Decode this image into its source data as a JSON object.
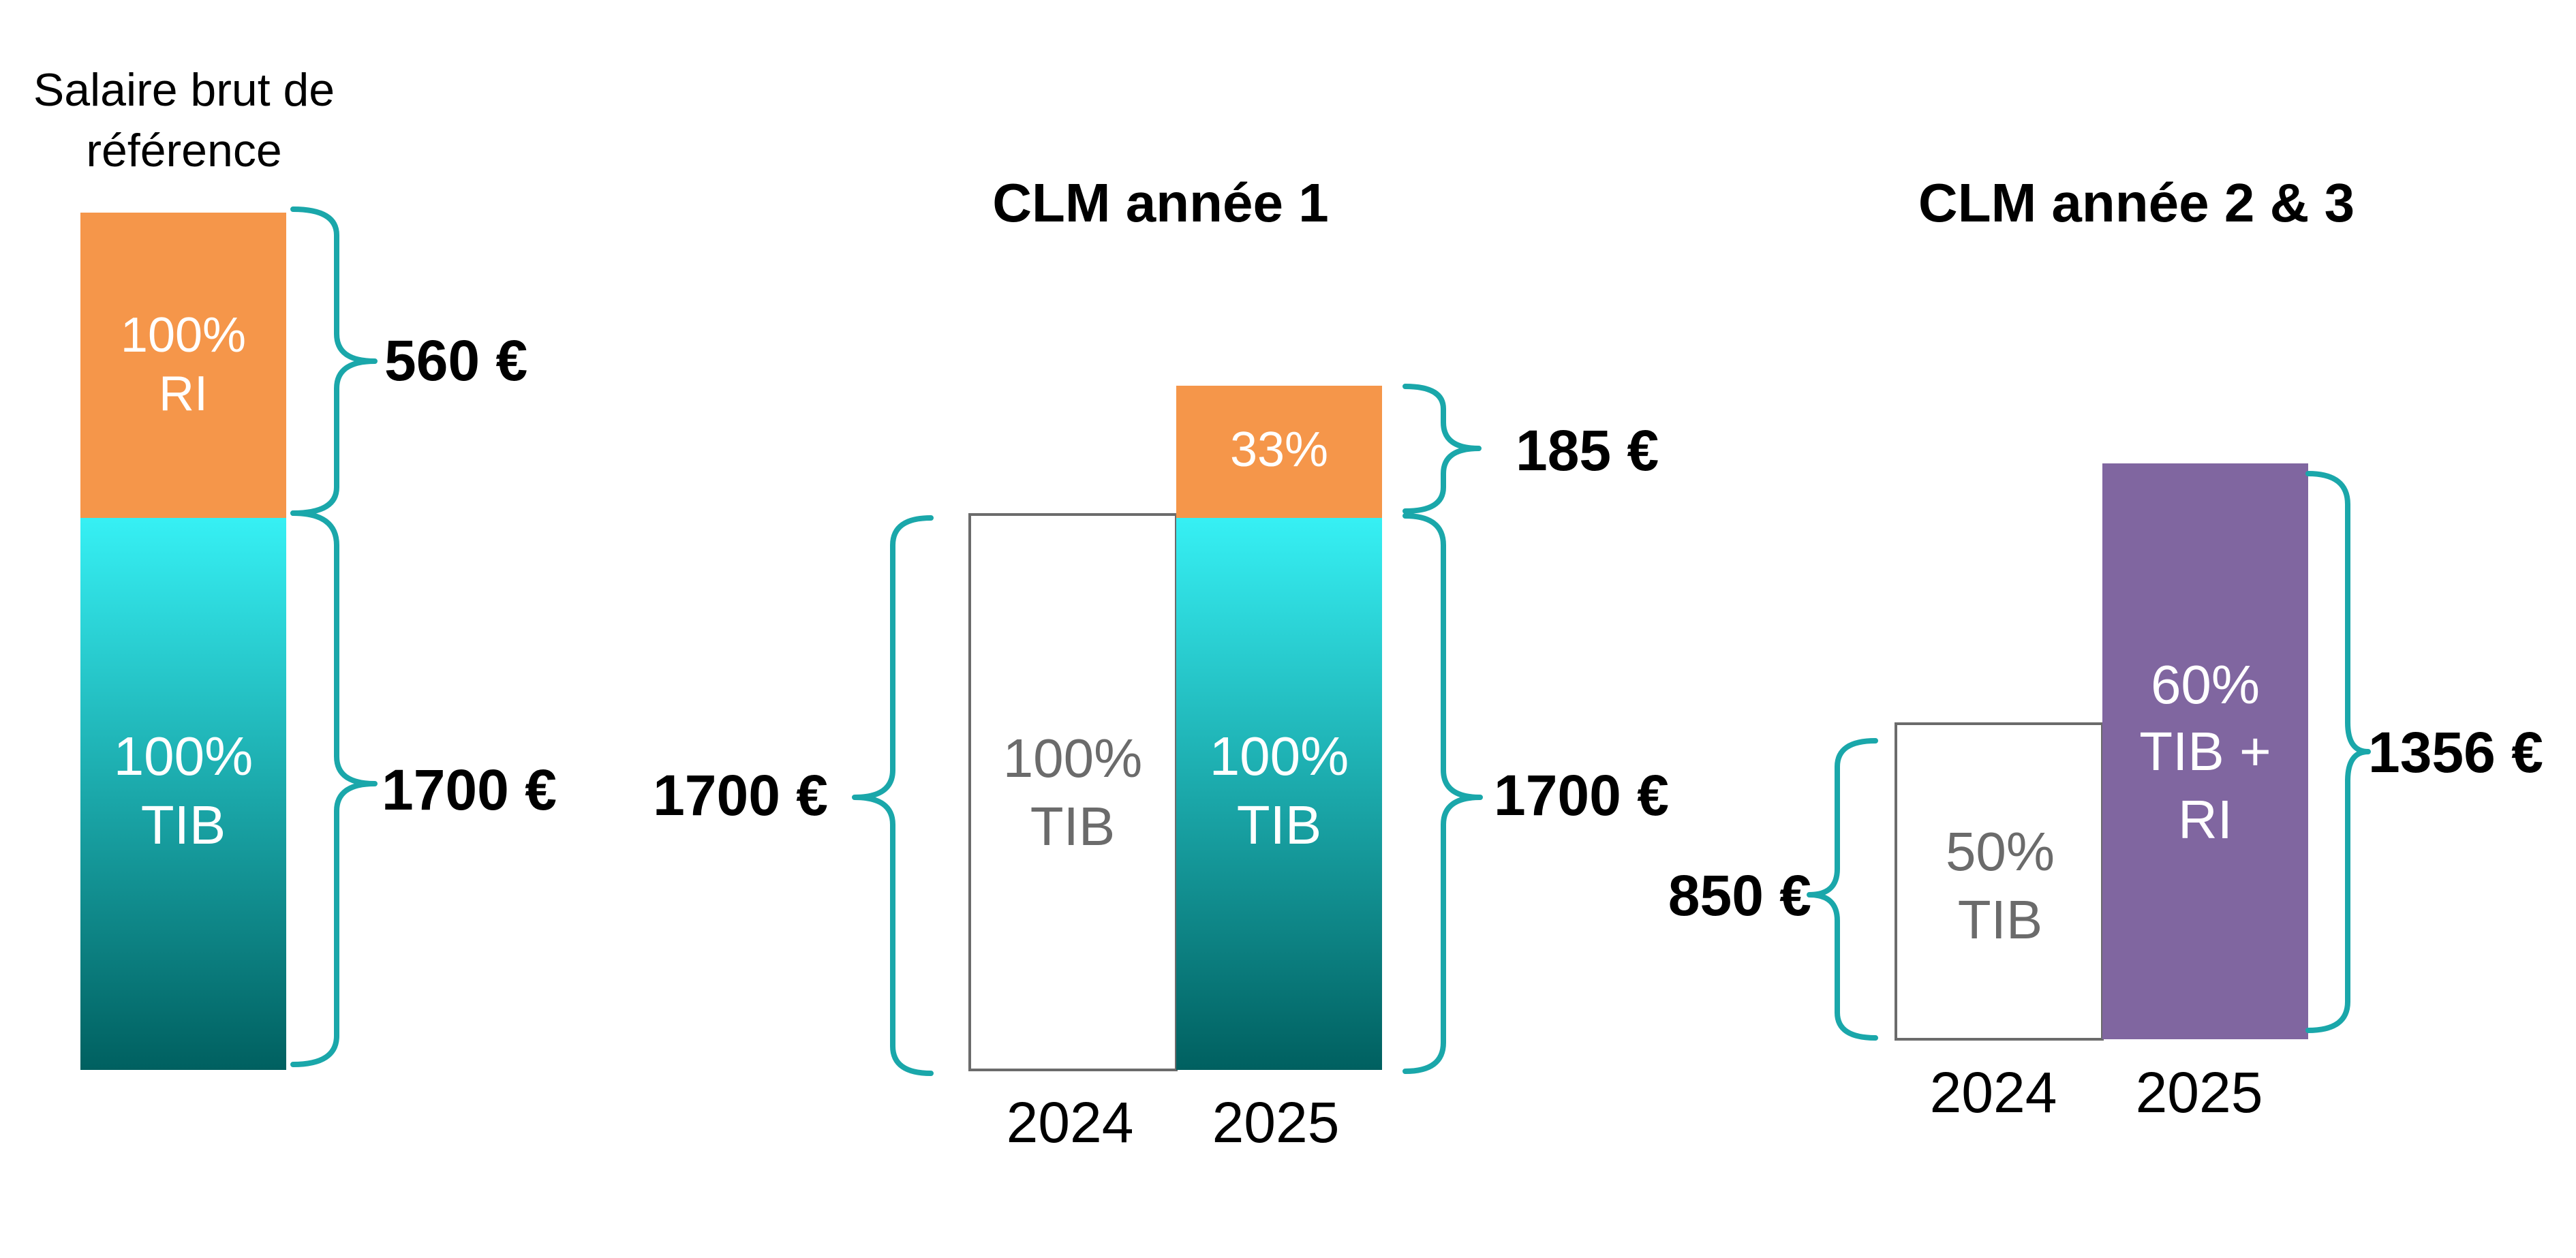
{
  "colors": {
    "orange": "#F5964A",
    "teal_top": "#36F0F4",
    "teal_bottom": "#006060",
    "purple": "#8066A0",
    "brace": "#1AA7AA",
    "box_border": "#6b6b6b",
    "inner_text_light": "#ffffff",
    "inner_text_dark": "#6b6b6b",
    "amount_text": "#000000"
  },
  "reference": {
    "title_line1": "Salaire brut de",
    "title_line2": "référence",
    "ri_block": {
      "line1": "100%",
      "line2": "RI",
      "amount": "560 €"
    },
    "tib_block": {
      "line1": "100%",
      "line2": "TIB",
      "amount": "1700 €"
    }
  },
  "clm_year1": {
    "title": "CLM année 1",
    "left_amount": "1700 €",
    "box_2024": {
      "line1": "100%",
      "line2": "TIB",
      "year": "2024"
    },
    "bar_2025_top": {
      "line1": "33%",
      "amount": "185 €"
    },
    "bar_2025_bottom": {
      "line1": "100%",
      "line2": "TIB",
      "amount": "1700 €",
      "year": "2025"
    }
  },
  "clm_year23": {
    "title": "CLM année 2 & 3",
    "box_2024": {
      "line1": "50%",
      "line2": "TIB",
      "year": "2024",
      "amount": "850 €"
    },
    "bar_2025": {
      "line1": "60%",
      "line2": "TIB +",
      "line3": "RI",
      "year": "2025",
      "amount": "1356 €"
    }
  }
}
